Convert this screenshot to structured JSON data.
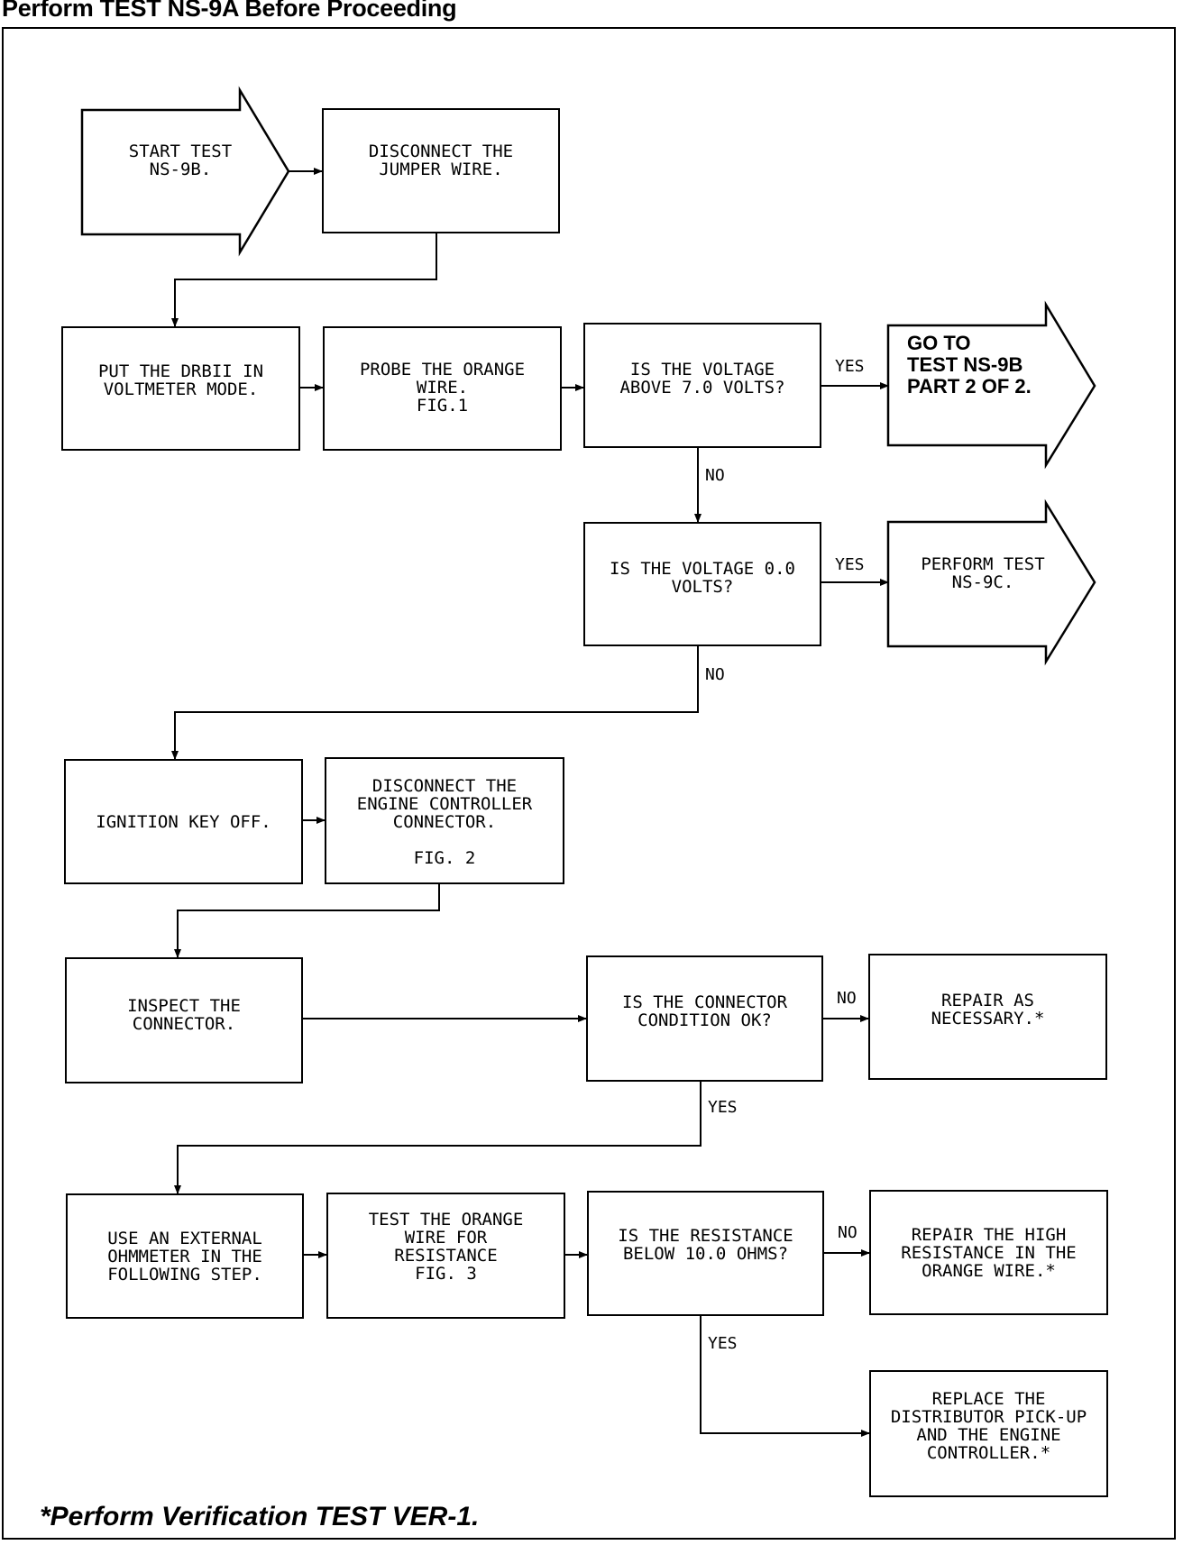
{
  "header": "Perform TEST NS-9A Before Proceeding",
  "footer": "*Perform Verification TEST VER-1.",
  "nodes": {
    "start": "START TEST\nNS-9B.",
    "disconnect_jumper": "DISCONNECT THE\nJUMPER WIRE.",
    "put_drbii": "PUT THE DRBII IN\nVOLTMETER MODE.",
    "probe_orange": "PROBE THE ORANGE\nWIRE.\nFIG.1",
    "voltage_above_7": "IS THE VOLTAGE\nABOVE 7.0 VOLTS?",
    "goto_ns9b_part2": "GO TO\nTEST NS-9B\nPART 2 OF 2.",
    "voltage_zero": "IS THE VOLTAGE 0.0\nVOLTS?",
    "perform_ns9c": "PERFORM TEST\nNS-9C.",
    "ignition_off": "IGNITION KEY OFF.",
    "disconnect_engine": "DISCONNECT THE\nENGINE CONTROLLER\nCONNECTOR.",
    "disconnect_engine_fig": "FIG. 2",
    "inspect_connector": "INSPECT THE\nCONNECTOR.",
    "connector_ok": "IS THE CONNECTOR\nCONDITION OK?",
    "repair_as_necessary": "REPAIR AS\nNECESSARY.*",
    "use_ohmmeter": "USE AN EXTERNAL\nOHMMETER IN THE\nFOLLOWING STEP.",
    "test_orange": "TEST THE ORANGE\nWIRE FOR\nRESISTANCE\nFIG. 3",
    "resistance_below_10": "IS THE RESISTANCE\nBELOW 10.0 OHMS?",
    "repair_high_resistance": "REPAIR THE HIGH\nRESISTANCE IN THE\nORANGE WIRE.*",
    "replace_distributor": "REPLACE THE\nDISTRIBUTOR PICK-UP\nAND THE ENGINE\nCONTROLLER.*"
  },
  "edge_labels": {
    "yes_1": "YES",
    "no_1": "NO",
    "yes_2": "YES",
    "no_2": "NO",
    "no_3": "NO",
    "yes_3": "YES",
    "no_4": "NO",
    "yes_4": "YES"
  }
}
